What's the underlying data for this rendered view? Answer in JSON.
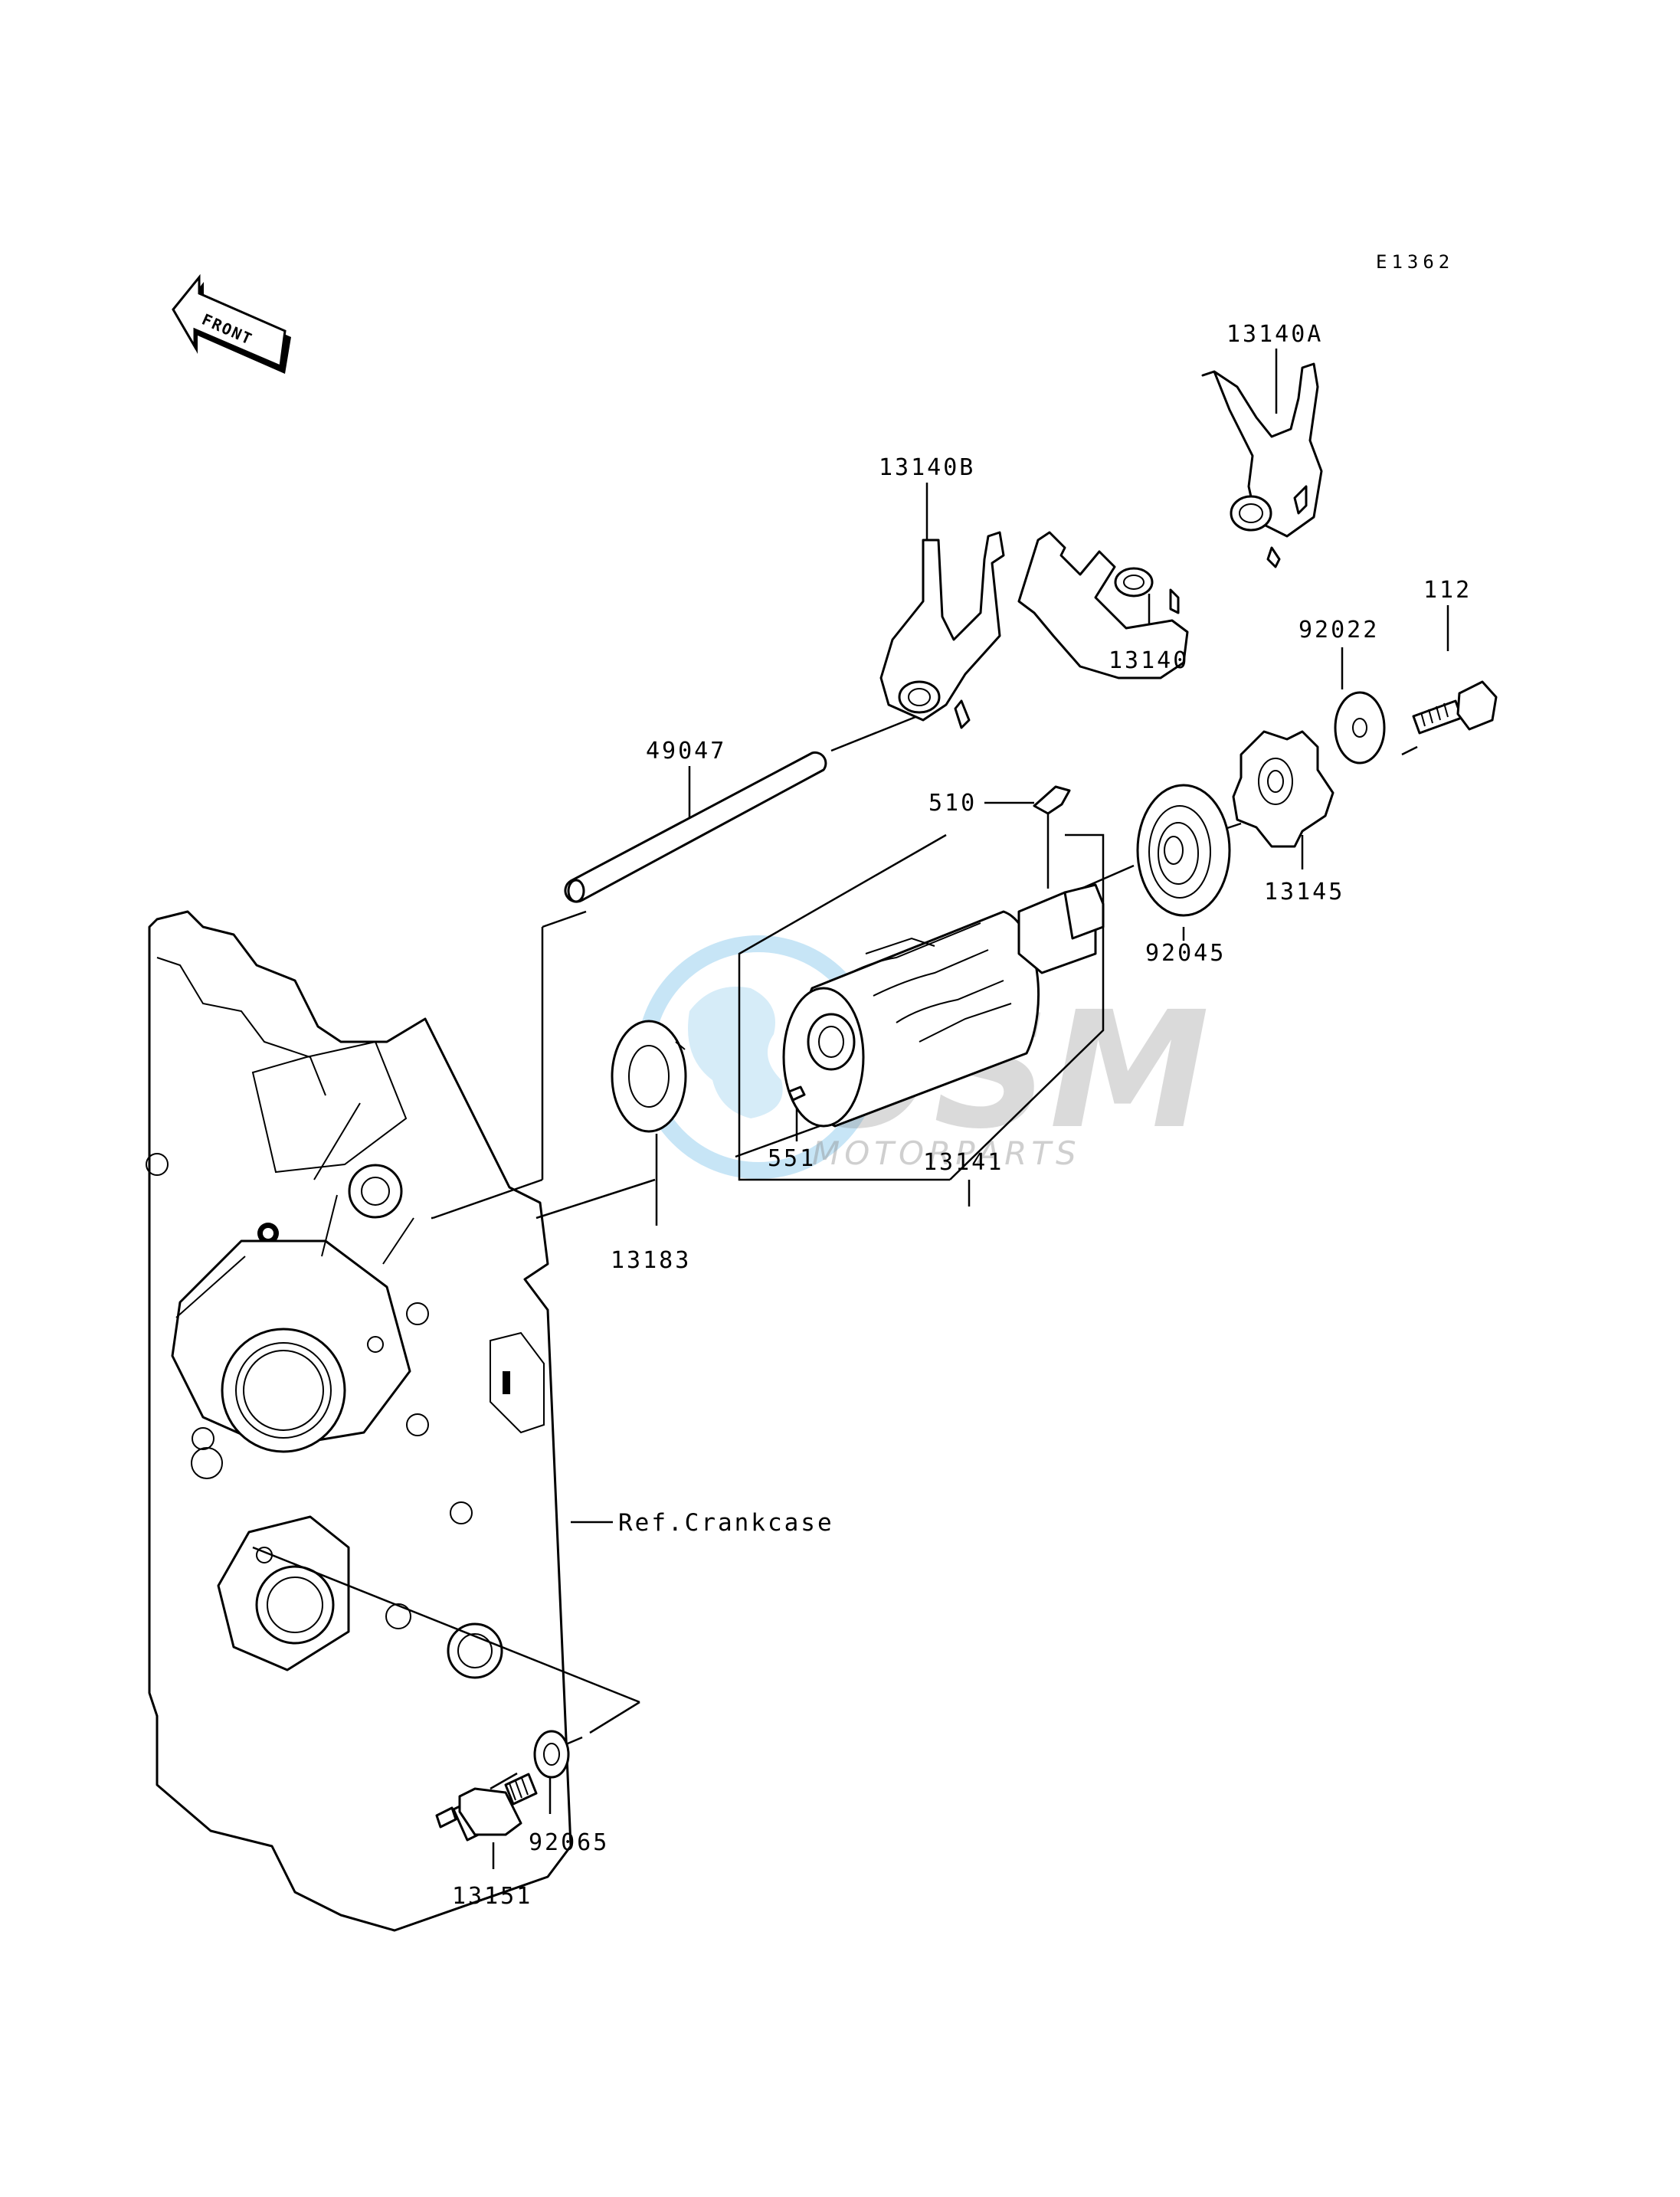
{
  "diagram_code": "E1362",
  "front_label": "FRONT",
  "reference_label": "Ref.Crankcase",
  "watermark": {
    "brand": "OSM",
    "subtitle": "MOTORPARTS",
    "color": "#46a9e0"
  },
  "parts": [
    {
      "id": "p13140A",
      "number": "13140A"
    },
    {
      "id": "p13140B",
      "number": "13140B"
    },
    {
      "id": "p13140",
      "number": "13140"
    },
    {
      "id": "p92022",
      "number": "92022"
    },
    {
      "id": "p112",
      "number": "112"
    },
    {
      "id": "p49047",
      "number": "49047"
    },
    {
      "id": "p510",
      "number": "510"
    },
    {
      "id": "p13145",
      "number": "13145"
    },
    {
      "id": "p92045",
      "number": "92045"
    },
    {
      "id": "p551",
      "number": "551"
    },
    {
      "id": "p13141",
      "number": "13141"
    },
    {
      "id": "p13183",
      "number": "13183"
    },
    {
      "id": "p92065",
      "number": "92065"
    },
    {
      "id": "p13151",
      "number": "13151"
    }
  ]
}
